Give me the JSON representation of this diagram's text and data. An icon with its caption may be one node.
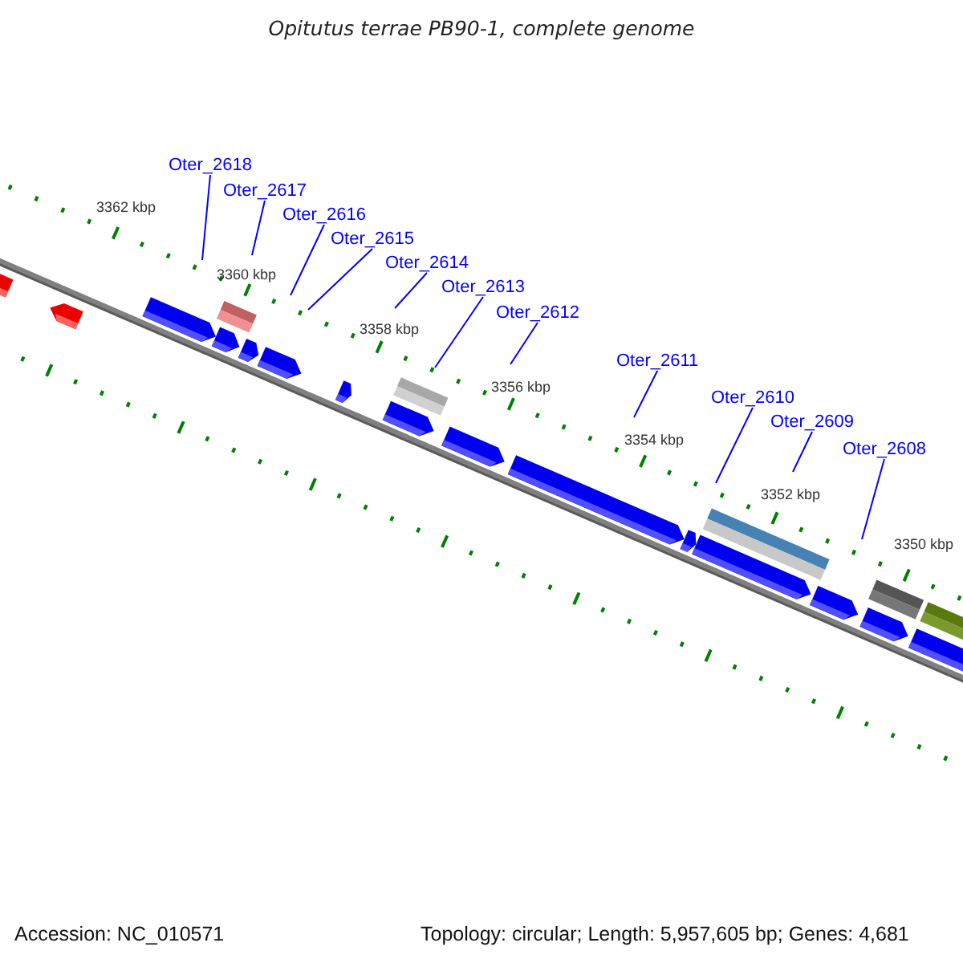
{
  "diagram": {
    "title": "Opitutus terrae PB90-1, complete genome",
    "nodes": [
      {
        "text": [
          "Oter_2618"
        ]
      },
      {
        "text": [
          "Oter_2617"
        ]
      },
      {
        "text": [
          "Oter_2616"
        ]
      },
      {
        "text": [
          "Oter_2615"
        ]
      },
      {
        "text": [
          "Oter_2614"
        ]
      },
      {
        "text": [
          "Oter_2613"
        ]
      },
      {
        "text": [
          "Oter_2612"
        ]
      },
      {
        "text": [
          "Oter_2611"
        ]
      },
      {
        "text": [
          "Oter_2610"
        ]
      },
      {
        "text": [
          "Oter_2609"
        ]
      },
      {
        "text": [
          "Oter_2608"
        ]
      }
    ],
    "edges": [
      {
        "from": 0,
        "to": null,
        "arrow": "none"
      },
      {
        "from": 1,
        "to": null,
        "arrow": "none"
      },
      {
        "from": 2,
        "to": null,
        "arrow": "none"
      },
      {
        "from": 3,
        "to": null,
        "arrow": "none"
      },
      {
        "from": 4,
        "to": null,
        "arrow": "none"
      },
      {
        "from": 5,
        "to": null,
        "arrow": "none"
      },
      {
        "from": 6,
        "to": null,
        "arrow": "none"
      },
      {
        "from": 7,
        "to": null,
        "arrow": "none"
      },
      {
        "from": 8,
        "to": null,
        "arrow": "none"
      },
      {
        "from": 9,
        "to": null,
        "arrow": "none"
      },
      {
        "from": 10,
        "to": null,
        "arrow": "none"
      }
    ],
    "labels": [
      "3362 kbp",
      "3360 kbp",
      "3358 kbp",
      "3356 kbp",
      "3354 kbp",
      "3352 kbp",
      "3350 kbp",
      "Accession: NC_010571",
      "Topology: circular; Length: 5,957,605 bp; Genes: 4,681"
    ]
  }
}
